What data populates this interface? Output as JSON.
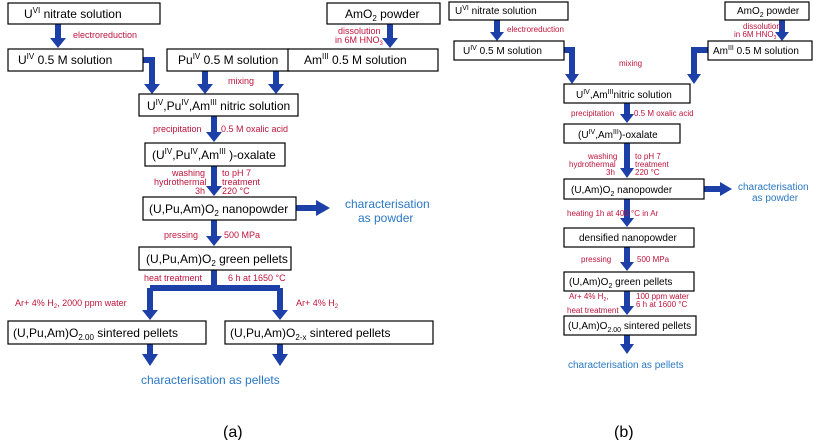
{
  "colors": {
    "arrow": "#1c3fa8",
    "label": "#c0143c",
    "output": "#2a78c4"
  },
  "a": {
    "u6_nitrate": {
      "sym": "U",
      "sup": "VI",
      "rest": " nitrate solution"
    },
    "amo2_powder": {
      "pre": "AmO",
      "sub": "2",
      "rest": " powder"
    },
    "electroreduction": "electroreduction",
    "dissolution_1": "dissolution",
    "dissolution_2": "in 6M HNO",
    "dissolution_sub": "3",
    "u4_solution": {
      "sym": "U",
      "sup": "IV",
      "rest": " 0.5 M solution"
    },
    "pu4_solution": {
      "sym": "Pu",
      "sup": "IV",
      "rest": " 0.5 M solution"
    },
    "am3_solution": {
      "sym": "Am",
      "sup": "III",
      "rest": " 0.5 M solution"
    },
    "mixing": "mixing",
    "nitric": {
      "u": "U",
      "usup": "IV",
      "pu": ",Pu",
      "pusup": "IV",
      "am": ",Am",
      "amsup": "III",
      "rest": " nitric solution"
    },
    "precipitation": "precipitation",
    "oxalic": "0.5 M oxalic acid",
    "oxalate": {
      "pre": "(U",
      "usup": "IV",
      "pu": ",Pu",
      "pusup": "IV",
      "am": ",Am",
      "amsup": "III",
      "rest": " )-oxalate"
    },
    "washing": "washing",
    "ph7": "to pH 7",
    "hydrothermal": "hydrothermal",
    "treatment": "treatment",
    "h3": "3h",
    "temp220": "220 °C",
    "nanopowder": {
      "pre": "(U,Pu,Am)O",
      "sub": "2",
      "rest": " nanopowder"
    },
    "char_powder_1": "characterisation",
    "char_powder_2": "as powder",
    "pressing": "pressing",
    "mpa": "500 MPa",
    "green": {
      "pre": "(U,Pu,Am)O",
      "sub": "2",
      "rest": " green pellets"
    },
    "heat_treatment": "heat treatment",
    "heat_cond": "6 h at 1650 °C",
    "atm_left": {
      "pre": "Ar+ 4% H",
      "sub": "2",
      "rest": ", 2000 ppm water"
    },
    "atm_right": {
      "pre": "Ar+ 4% H",
      "sub": "2"
    },
    "sintered_200": {
      "pre": "(U,Pu,Am)O",
      "sub": "2.00",
      "rest": " sintered pellets"
    },
    "sintered_2x": {
      "pre": "(U,Pu,Am)O",
      "sub": "2-x",
      "rest": " sintered pellets"
    },
    "char_pellets": "characterisation as pellets",
    "caption": "(a)"
  },
  "b": {
    "u6_nitrate": {
      "sym": "U",
      "sup": "VI",
      "rest": " nitrate solution"
    },
    "amo2_powder": {
      "pre": "AmO",
      "sub": "2",
      "rest": " powder"
    },
    "electroreduction": "electroreduction",
    "dissolution_1": "dissolution",
    "dissolution_2": "in 6M HNO",
    "dissolution_sub": "3",
    "u4_solution": {
      "sym": "U",
      "sup": "IV",
      "rest": " 0.5 M solution"
    },
    "am3_solution": {
      "sym": "Am",
      "sup": "III",
      "rest": " 0.5 M solution"
    },
    "mixing": "mixing",
    "nitric": {
      "u": "U",
      "usup": "IV",
      "am": ",Am",
      "amsup": "III",
      "rest": "nitric solution"
    },
    "precipitation": "precipitation",
    "oxalic": "0.5 M oxalic acid",
    "oxalate": {
      "pre": "(U",
      "usup": "IV",
      "am": ",Am",
      "amsup": "III",
      "rest": ")-oxalate"
    },
    "washing": "washing",
    "ph7": "to pH 7",
    "hydrothermal": "hydrothermal",
    "treatment": "treatment",
    "h3": "3h",
    "temp220": "220 °C",
    "nanopowder": {
      "pre": "(U,Am)O",
      "sub": "2",
      "rest": " nanopowder"
    },
    "char_powder_1": "characterisation",
    "char_powder_2": "as powder",
    "heating": "heating 1h at 400 °C in Ar",
    "densified": "densified nanopowder",
    "pressing": "pressing",
    "mpa": "500 MPa",
    "green": {
      "pre": "(U,Am)O",
      "sub": "2",
      "rest": " green pellets"
    },
    "atm": {
      "pre": "Ar+ 4% H",
      "sub": "2",
      "rest": ","
    },
    "water": "100 ppm water",
    "h6": "6 h at 1600 °C",
    "heat_treatment": "heat treatment",
    "sintered": {
      "pre": "(U,Am)O",
      "sub": "2.00",
      "rest": " sintered pellets"
    },
    "char_pellets": "characterisation as pellets",
    "caption": "(b)"
  }
}
